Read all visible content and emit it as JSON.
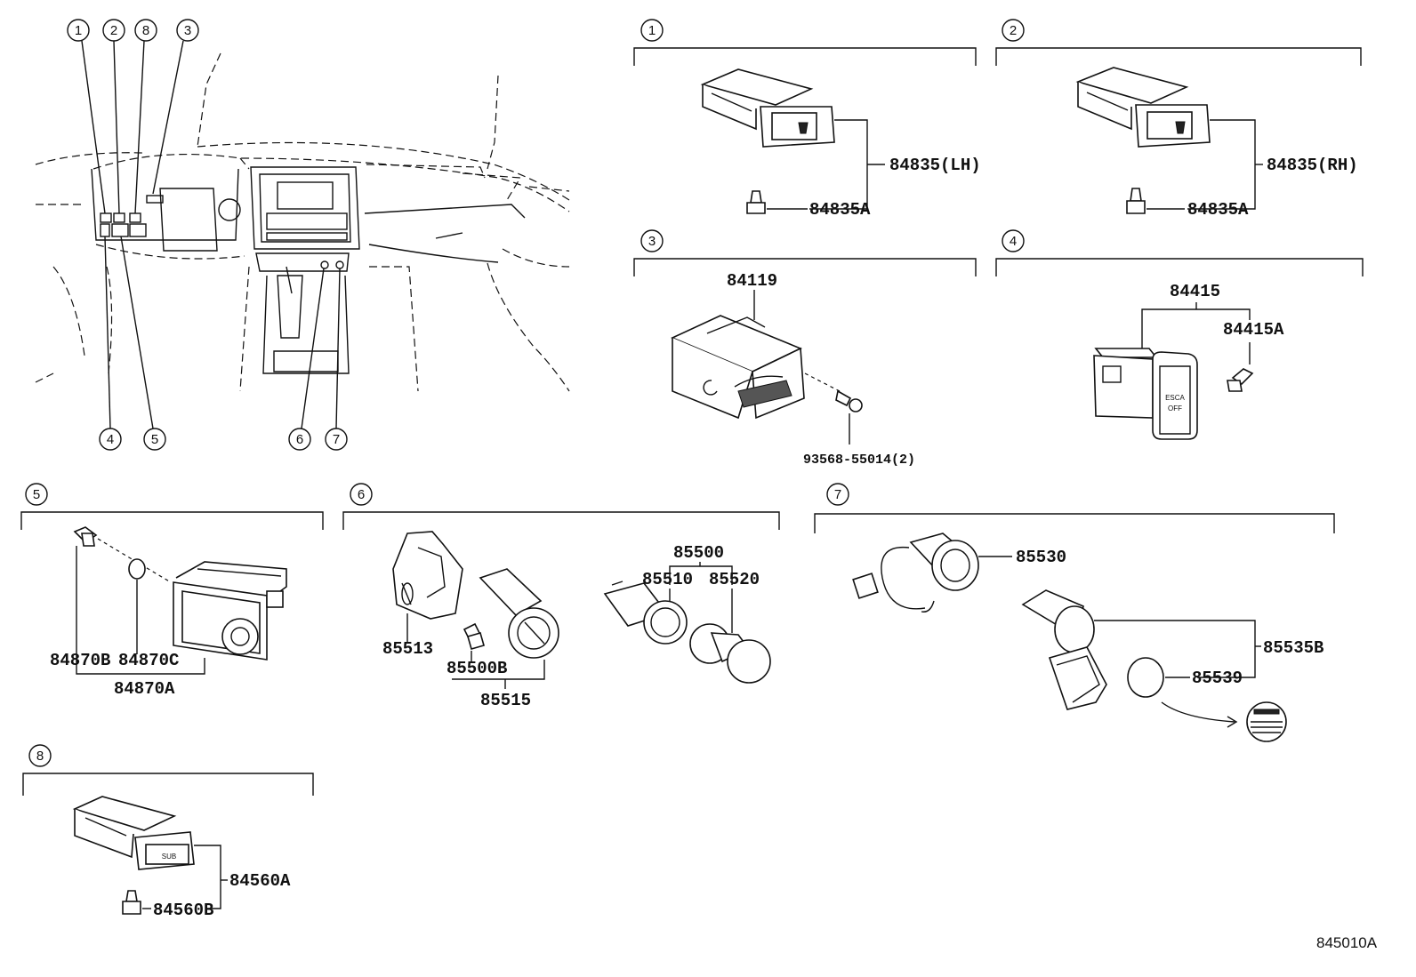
{
  "diagram_ref": "845010A",
  "section_numbers": [
    "1",
    "2",
    "3",
    "4",
    "5",
    "6",
    "7",
    "8"
  ],
  "parts": {
    "p84835_lh": "84835(LH)",
    "p84835a_1": "84835A",
    "p84835_rh": "84835(RH)",
    "p84835a_2": "84835A",
    "p84119": "84119",
    "p93568": "93568-55014(2)",
    "p84415": "84415",
    "p84415a": "84415A",
    "p84870b": "84870B",
    "p84870c": "84870C",
    "p84870a": "84870A",
    "p85513": "85513",
    "p85500b": "85500B",
    "p85515": "85515",
    "p85500": "85500",
    "p85510": "85510",
    "p85520": "85520",
    "p85530": "85530",
    "p85535b": "85535B",
    "p85539": "85539",
    "p84560a": "84560A",
    "p84560b": "84560B"
  },
  "switch_text": {
    "esc_off_1": "ESCA",
    "esc_off_2": "OFF",
    "sub": "SUB"
  }
}
